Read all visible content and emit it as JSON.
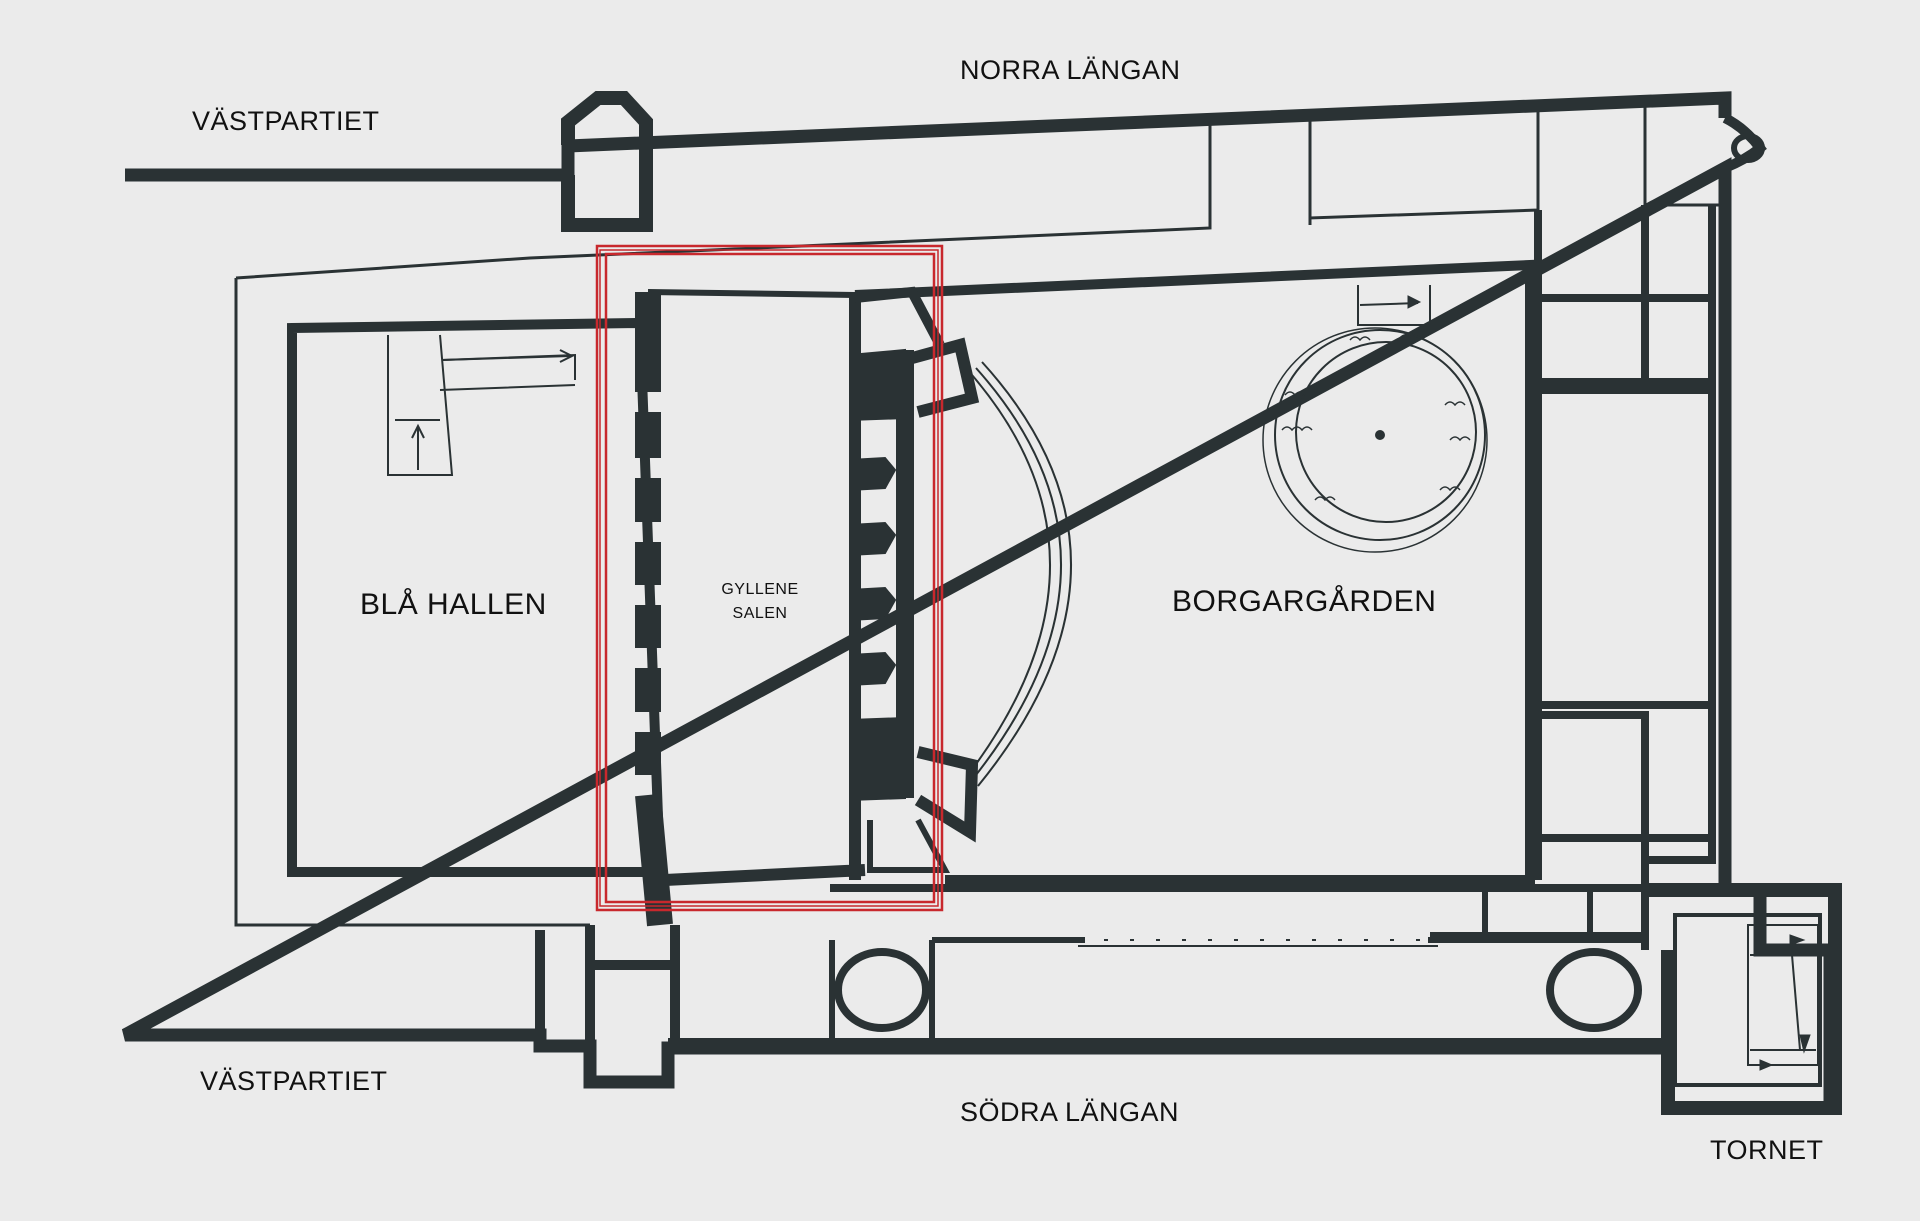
{
  "labels": {
    "vastpartiet_north": "VÄSTPARTIET",
    "norra_langan": "NORRA LÄNGAN",
    "bla_hallen": "BLÅ HALLEN",
    "gyllene_line1": "GYLLENE",
    "gyllene_line2": "SALEN",
    "borgargarden": "BORGARGÅRDEN",
    "vastpartiet_south": "VÄSTPARTIET",
    "sodra_langan": "SÖDRA LÄNGAN",
    "tornet": "TORNET"
  },
  "colors": {
    "background": "#ebebeb",
    "wall": "#2a3234",
    "highlight": "#c8282d"
  }
}
